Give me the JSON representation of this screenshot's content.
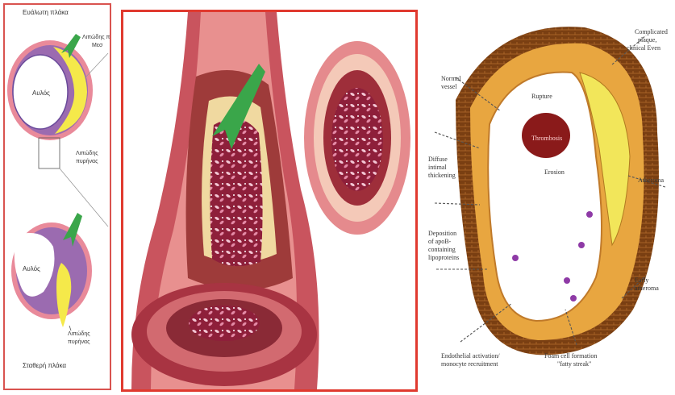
{
  "panel_left": {
    "unstable_label": "Ευάλωτη πλάκα",
    "lipid_label_top_1": "Λιπώδης π",
    "lipid_label_top_2": "Μεσ",
    "lumen_top": "Αυλός",
    "lipid_core_top_1": "Λιπώδης",
    "lipid_core_top_2": "πυρήνας",
    "lumen_bottom": "Αυλός",
    "lipid_core_bottom_1": "Λιπώδης",
    "lipid_core_bottom_2": "πυρήνας",
    "stable_label": "Σταθερή πλάκα",
    "colors": {
      "wall": "#9b6bb0",
      "outer": "#e98a9a",
      "core": "#f5e94a",
      "arrow": "#3aa64a"
    }
  },
  "panel_middle": {
    "colors": {
      "border": "#e03a2f",
      "vessel": "#c9545e",
      "clot": "#8e1f3a",
      "arrow": "#3aa64a"
    }
  },
  "panel_right": {
    "normal_vessel_1": "Normal",
    "normal_vessel_2": "vessel",
    "diffuse_1": "Diffuse",
    "diffuse_2": "intimal",
    "diffuse_3": "thickening",
    "deposition_1": "Deposition",
    "deposition_2": "of apoB-",
    "deposition_3": "containing",
    "deposition_4": "lipoproteins",
    "endothelial_1": "Endothelial activation/",
    "endothelial_2": "monocyte recruitment",
    "foam_1": "Foam cell formation",
    "foam_2": "\"fatty streak\"",
    "early_1": "Early",
    "early_2": "atheroma",
    "atheroma": "Atheroma",
    "complicated_1": "Complicated",
    "complicated_2": "plaque,",
    "complicated_3": "clinical Even",
    "rupture": "Rupture",
    "thrombosis": "Thrombosis",
    "erosion": "Erosion",
    "colors": {
      "wall": "#7a3f12",
      "media": "#e8a640",
      "core": "#f2e65a",
      "thrombus": "#8a1a1a"
    }
  }
}
